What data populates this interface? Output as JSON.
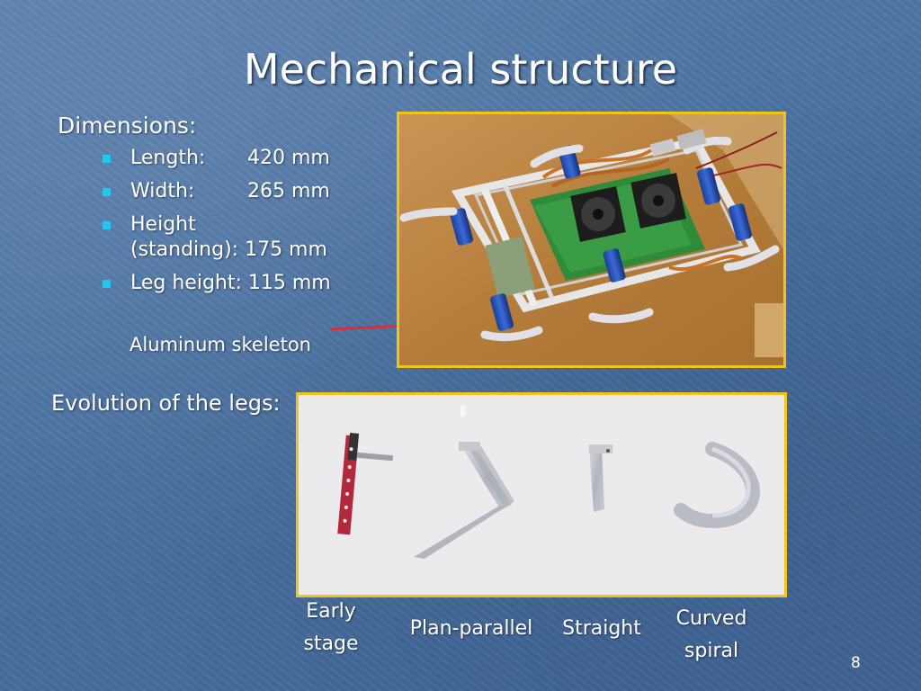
{
  "slide": {
    "title": "Mechanical structure",
    "dimensions_label": "Dimensions:",
    "dimensions": [
      {
        "label": "Length:",
        "value": "420 mm"
      },
      {
        "label": "Width:",
        "value": "265 mm"
      },
      {
        "label": "Height",
        "label_line2": "(standing): 175 mm"
      },
      {
        "label": "Leg height: 115 mm"
      }
    ],
    "skeleton_caption": "Aluminum skeleton",
    "evolution_label": "Evolution of the legs:",
    "leg_captions": {
      "early": [
        "Early",
        "stage"
      ],
      "plan_parallel": "Plan-parallel",
      "straight": "Straight",
      "curved": [
        "Curved",
        "spiral"
      ]
    },
    "page_number": "8"
  },
  "colors": {
    "accent_border": "#f0c419",
    "bullet": "#29c3ef",
    "arrow": "#e8262b"
  }
}
